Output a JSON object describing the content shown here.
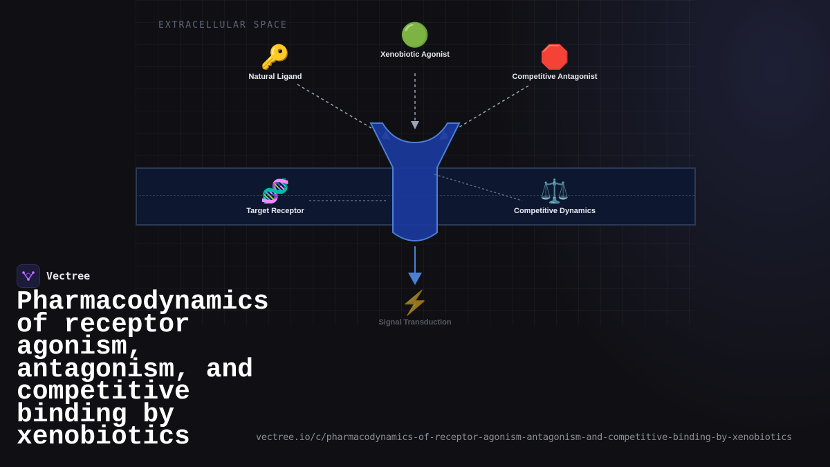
{
  "zone_label": "EXTRACELLULAR SPACE",
  "nodes": {
    "natural_ligand": {
      "icon": "🔑",
      "label": "Natural Ligand"
    },
    "xenobiotic_agonist": {
      "icon": "🟢",
      "label": "Xenobiotic Agonist"
    },
    "competitive_antagonist": {
      "icon": "🛑",
      "label": "Competitive Antagonist"
    },
    "target_receptor": {
      "icon": "🧬",
      "label": "Target Receptor"
    },
    "competitive_dynamics": {
      "icon": "⚖️",
      "label": "Competitive Dynamics"
    },
    "signal_transduction": {
      "icon": "⚡",
      "label": "Signal Transduction"
    }
  },
  "brand": {
    "name": "Vectree"
  },
  "title": "Pharmacodynamics of receptor agonism, antagonism, and competitive binding by xenobiotics",
  "url": "vectree.io/c/pharmacodynamics-of-receptor-agonism-antagonism-and-competitive-binding-by-xenobiotics",
  "colors": {
    "receptor_fill": "#1b3a9e",
    "receptor_stroke": "#4d7fd6",
    "membrane": "#0d1730",
    "arrow_gray": "#9aa3b8",
    "arrow_blue": "#4d7fd6"
  }
}
